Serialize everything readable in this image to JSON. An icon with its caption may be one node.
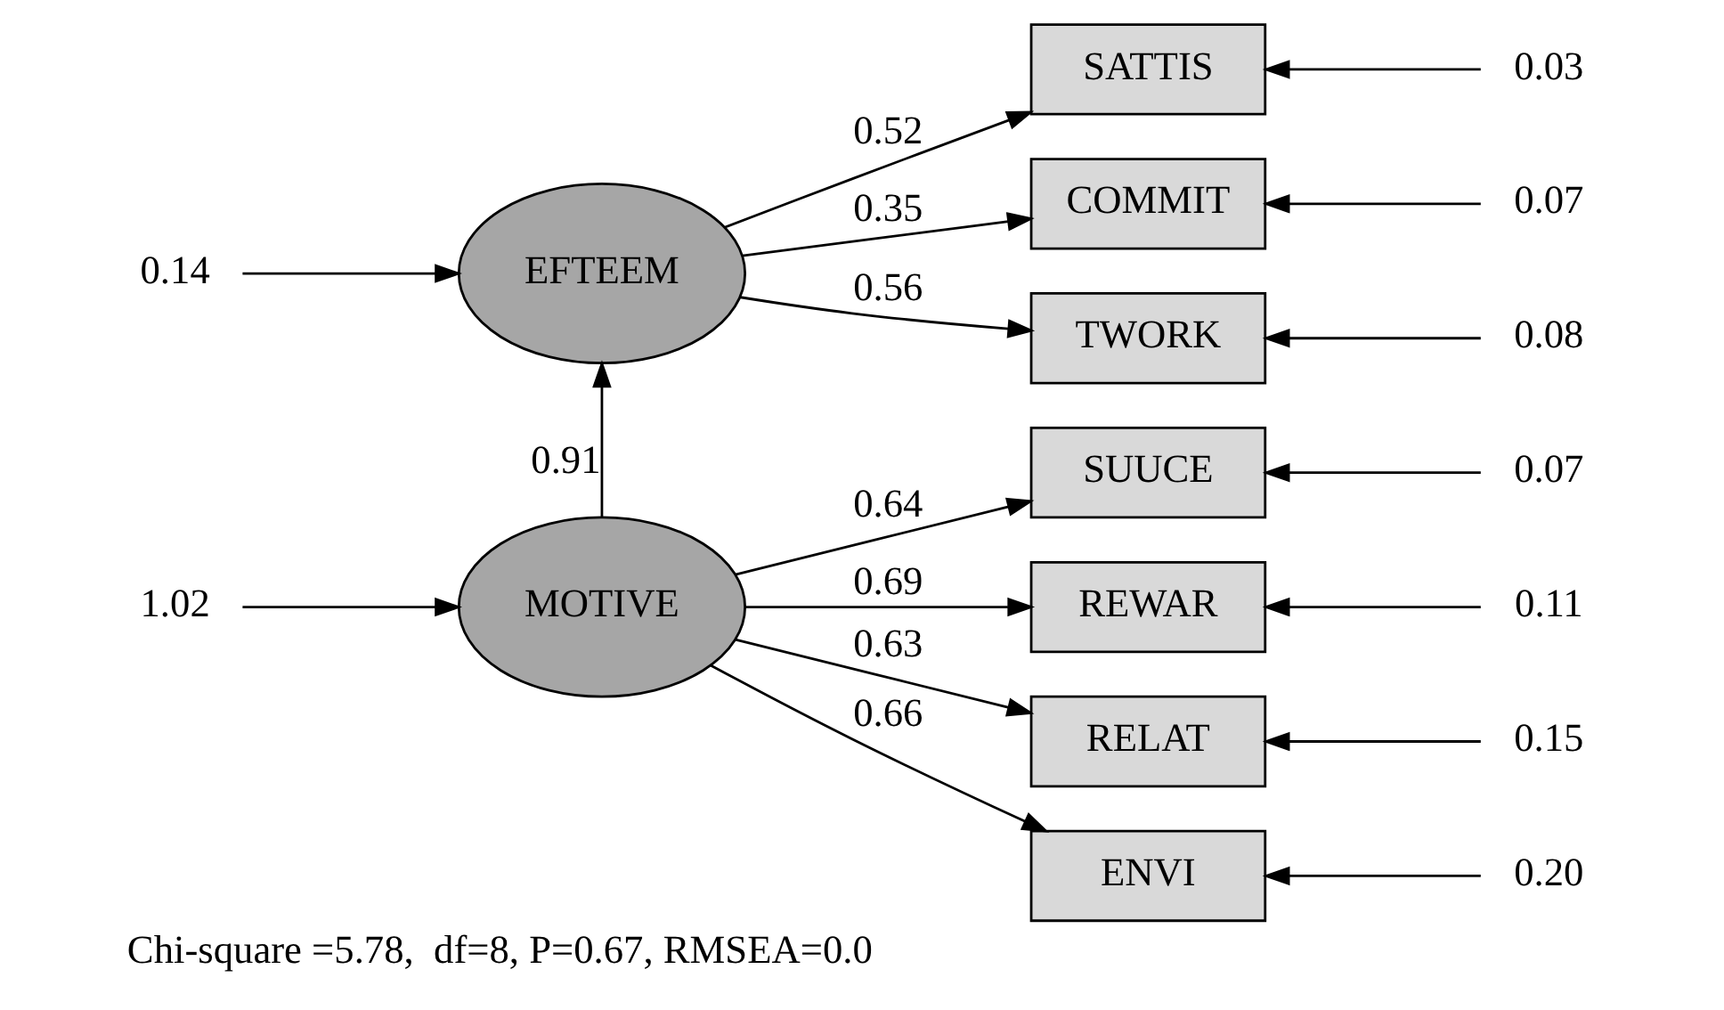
{
  "diagram": {
    "caption": "Chi-square =5.78,  df=8, P=0.67, RMSEA=0.0",
    "nodes": [
      {
        "text": [
          "0.14"
        ]
      },
      {
        "text": [
          "EFTEEM"
        ]
      },
      {
        "text": [
          "MOTIVE"
        ]
      },
      {
        "text": [
          "1.02"
        ]
      },
      {
        "text": [
          "SATTIS"
        ]
      },
      {
        "text": [
          "COMMIT"
        ]
      },
      {
        "text": [
          "TWORK"
        ]
      },
      {
        "text": [
          "SUUCE"
        ]
      },
      {
        "text": [
          "REWAR"
        ]
      },
      {
        "text": [
          "RELAT"
        ]
      },
      {
        "text": [
          "ENVI"
        ]
      },
      {
        "text": [
          "0.03"
        ]
      },
      {
        "text": [
          "0.07"
        ]
      },
      {
        "text": [
          "0.08"
        ]
      },
      {
        "text": [
          "0.07"
        ]
      },
      {
        "text": [
          "0.11"
        ]
      },
      {
        "text": [
          "0.15"
        ]
      },
      {
        "text": [
          "0.20"
        ]
      }
    ],
    "edges": [
      {
        "from": 0,
        "to": 1,
        "arrow": "to"
      },
      {
        "from": 3,
        "to": 2,
        "arrow": "to"
      },
      {
        "from": 2,
        "to": 1,
        "arrow": "to",
        "label": "0.91"
      },
      {
        "from": 1,
        "to": 4,
        "arrow": "to",
        "label": "0.52"
      },
      {
        "from": 1,
        "to": 5,
        "arrow": "to",
        "label": "0.35"
      },
      {
        "from": 1,
        "to": 6,
        "arrow": "to",
        "label": "0.56"
      },
      {
        "from": 2,
        "to": 7,
        "arrow": "to",
        "label": "0.64"
      },
      {
        "from": 2,
        "to": 8,
        "arrow": "to",
        "label": "0.69"
      },
      {
        "from": 2,
        "to": 9,
        "arrow": "to",
        "label": "0.63"
      },
      {
        "from": 2,
        "to": 10,
        "arrow": "to",
        "label": "0.66"
      },
      {
        "from": 11,
        "to": 4,
        "arrow": "to"
      },
      {
        "from": 12,
        "to": 5,
        "arrow": "to"
      },
      {
        "from": 13,
        "to": 6,
        "arrow": "to"
      },
      {
        "from": 14,
        "to": 7,
        "arrow": "to"
      },
      {
        "from": 15,
        "to": 8,
        "arrow": "to"
      },
      {
        "from": 16,
        "to": 9,
        "arrow": "to"
      },
      {
        "from": 17,
        "to": 10,
        "arrow": "to"
      }
    ]
  }
}
